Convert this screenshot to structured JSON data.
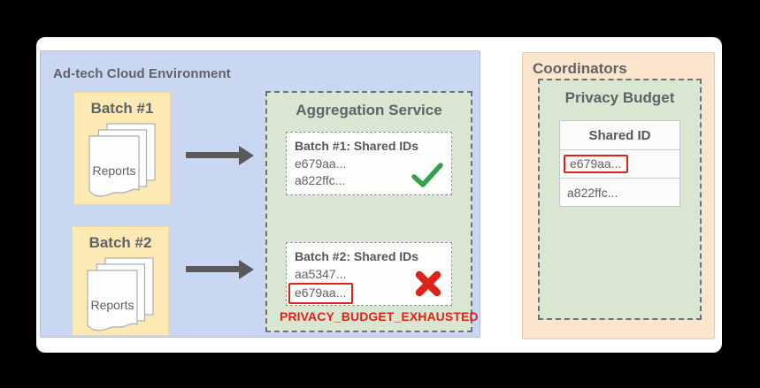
{
  "colors": {
    "env_bg": "#c9d7f3",
    "batch_bg": "#fce9b4",
    "service_bg": "#d9e7d2",
    "coordinators_bg": "#fce5cd",
    "success_green": "#30a24c",
    "error_red": "#e0231a",
    "text_gray": "#5f6368",
    "arrow_gray": "#595959"
  },
  "ad_tech_environment": {
    "title": "Ad-tech Cloud Environment",
    "batches": [
      {
        "label": "Batch #1",
        "documents_label": "Reports"
      },
      {
        "label": "Batch #2",
        "documents_label": "Reports"
      }
    ],
    "aggregation_service": {
      "title": "Aggregation Service",
      "results": [
        {
          "title": "Batch #1: Shared IDs",
          "shared_ids": [
            "e679aa...",
            "a822ffc..."
          ],
          "status": "success"
        },
        {
          "title": "Batch #2: Shared IDs",
          "shared_ids": [
            "aa5347...",
            "e679aa..."
          ],
          "flagged_id": "e679aa...",
          "status": "error"
        }
      ],
      "error_label": "PRIVACY_BUDGET_EXHAUSTED"
    }
  },
  "coordinators": {
    "title": "Coordinators",
    "privacy_budget": {
      "title": "Privacy Budget",
      "table": {
        "header": "Shared ID",
        "rows": [
          {
            "value": "e679aa...",
            "flagged": true
          },
          {
            "value": "a822ffc...",
            "flagged": false
          }
        ]
      }
    }
  }
}
